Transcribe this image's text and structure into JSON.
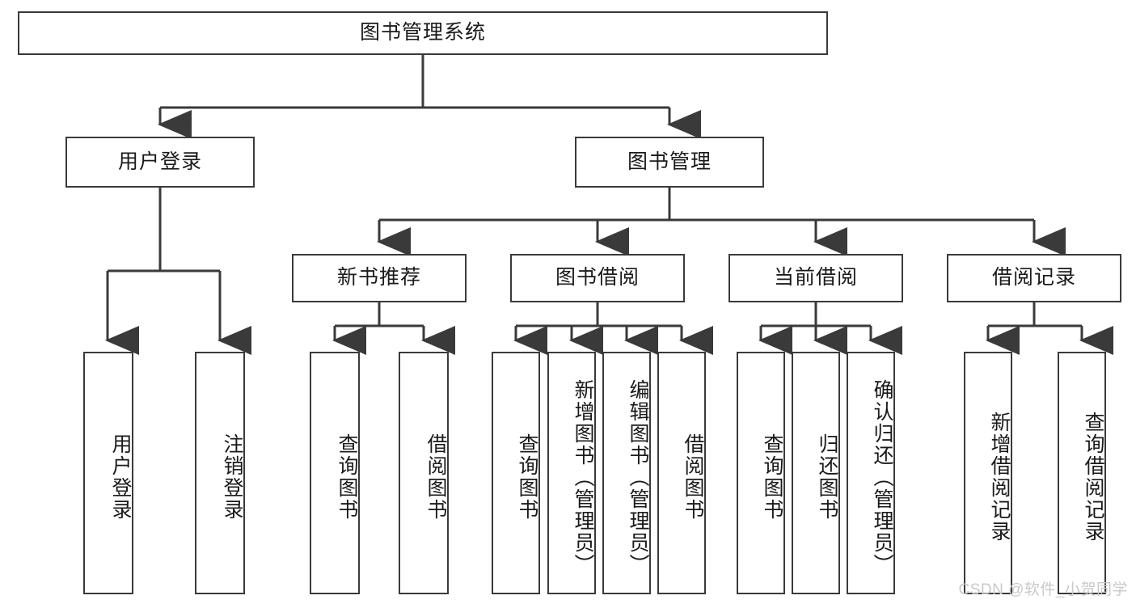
{
  "diagram": {
    "title": "图书管理系统",
    "type": "tree-hierarchy-diagram",
    "stroke_color": "#3a3a3a",
    "background_color": "#ffffff",
    "text_color": "#1a1a1a"
  },
  "root": {
    "label": "图书管理系统"
  },
  "level2": [
    {
      "label": "用户登录"
    },
    {
      "label": "图书管理"
    }
  ],
  "level3": [
    {
      "label": "新书推荐"
    },
    {
      "label": "图书借阅"
    },
    {
      "label": "当前借阅"
    },
    {
      "label": "借阅记录"
    }
  ],
  "leaves": {
    "user_login": [
      {
        "label": "用户登录"
      },
      {
        "label": "注销登录"
      }
    ],
    "new_book_recommend": [
      {
        "label": "查询图书"
      },
      {
        "label": "借阅图书"
      }
    ],
    "book_borrow": [
      {
        "label": "查询图书"
      },
      {
        "label": "新增图书（管理员）"
      },
      {
        "label": "编辑图书（管理员）"
      },
      {
        "label": "借阅图书"
      }
    ],
    "current_borrow": [
      {
        "label": "查询图书"
      },
      {
        "label": "归还图书"
      },
      {
        "label": "确认归还（管理员）"
      }
    ],
    "borrow_record": [
      {
        "label": "新增借阅记录"
      },
      {
        "label": "查询借阅记录"
      }
    ]
  },
  "watermark": {
    "text": "CSDN @软件_小贺同学"
  }
}
